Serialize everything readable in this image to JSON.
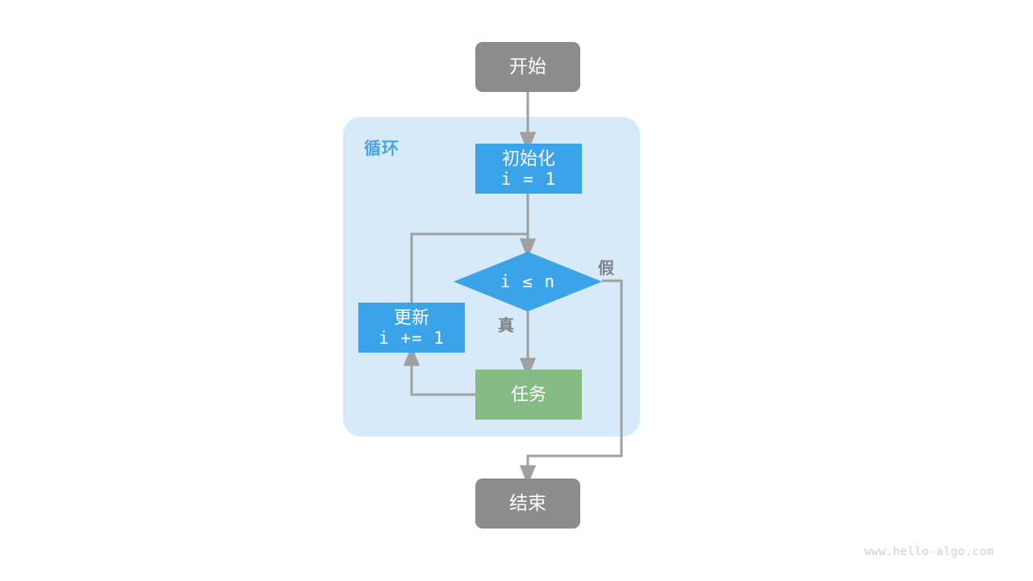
{
  "diagram": {
    "title": "for-loop-flowchart",
    "background": "#ffffff",
    "watermark": "www.hello-algo.com",
    "colors": {
      "terminal": "#8c8c8c",
      "process": "#3ba3e8",
      "task": "#85bb85",
      "container": "#d6eafa",
      "container_label": "#4aa3e8",
      "edge": "#a0a0a0",
      "edge_label": "#7f8285",
      "node_text": "#ffffff",
      "watermark": "#cfcfcf"
    }
  },
  "container": {
    "label": "循环"
  },
  "nodes": {
    "start": {
      "label": "开始",
      "shape": "rounded-rectangle"
    },
    "init": {
      "label": "初始化",
      "code": "i = 1",
      "shape": "rectangle"
    },
    "decision": {
      "label": "i ≤ n",
      "shape": "diamond"
    },
    "update": {
      "label": "更新",
      "code": "i += 1",
      "shape": "rectangle"
    },
    "task": {
      "label": "任务",
      "shape": "rectangle"
    },
    "end": {
      "label": "结束",
      "shape": "rounded-rectangle"
    }
  },
  "edges": {
    "true_label": "真",
    "false_label": "假"
  }
}
